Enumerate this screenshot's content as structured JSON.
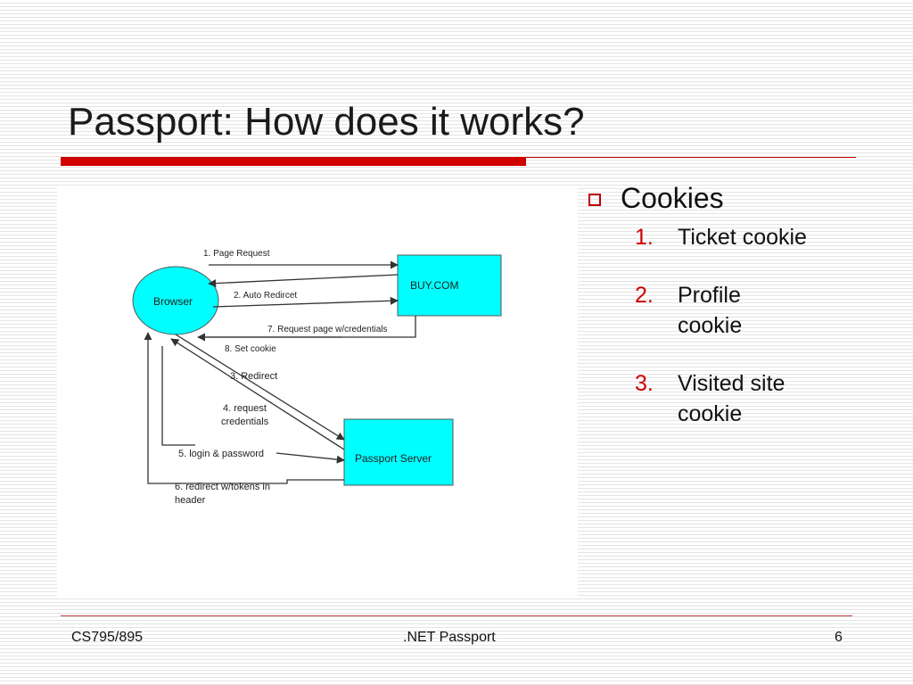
{
  "slide": {
    "title": "Passport: How does it works?"
  },
  "diagram": {
    "nodes": {
      "browser": "Browser",
      "buy": "BUY.COM",
      "passport": "Passport Server"
    },
    "steps": {
      "s1": "1.  Page  Request",
      "s2": "2. Auto Redircet",
      "s7": "7. Request page w/credentials",
      "s8": "8. Set cookie",
      "s3": "3. Redirect",
      "s4a": "4. request",
      "s4b": "credentials",
      "s5": "5. login & password",
      "s6a": "6. redirect w/tokens in",
      "s6b": "header"
    },
    "colors": {
      "node_fill": "#00ffff",
      "line": "#333333"
    }
  },
  "bullets": {
    "heading": "Cookies",
    "items": [
      {
        "num": "1.",
        "text": "Ticket cookie"
      },
      {
        "num": "2.",
        "text": "Profile cookie"
      },
      {
        "num": "3.",
        "text": "Visited site cookie"
      }
    ],
    "accent_color": "#cc0000"
  },
  "footer": {
    "left": "CS795/895",
    "center": ".NET Passport",
    "right": "6"
  }
}
